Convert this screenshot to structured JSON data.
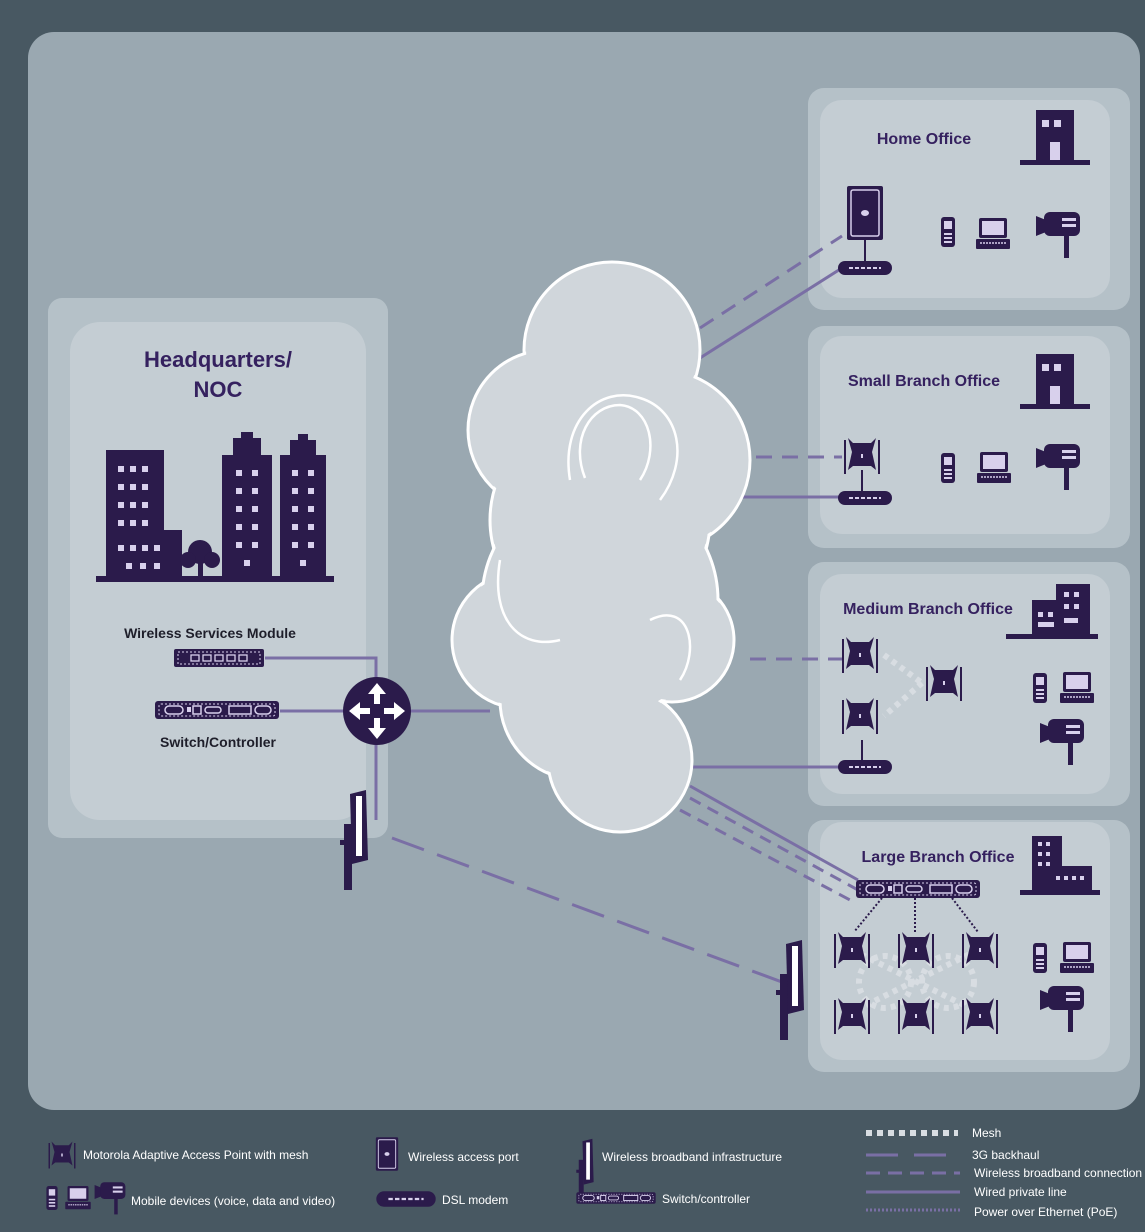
{
  "headquarters": {
    "title_line1": "Headquarters/",
    "title_line2": "NOC",
    "wsm_label": "Wireless Services Module",
    "switch_label": "Switch/Controller"
  },
  "offices": {
    "home": "Home Office",
    "small": "Small Branch Office",
    "medium": "Medium Branch Office",
    "large": "Large Branch Office"
  },
  "legend": {
    "adaptive_ap": "Motorola Adaptive Access Point with mesh",
    "mobile_devices": "Mobile devices (voice, data and video)",
    "access_port": "Wireless access port",
    "dsl_modem": "DSL modem",
    "broadband_infra": "Wireless broadband infrastructure",
    "switch_controller": "Switch/controller",
    "mesh": "Mesh",
    "backhaul_3g": "3G backhaul",
    "wireless_broadband": "Wireless broadband connection",
    "wired_private": "Wired private line",
    "poe": "Power over Ethernet (PoE)"
  },
  "colors": {
    "frame": "#485862",
    "background": "#9aa8b1",
    "panel": "#b5c1c8",
    "panel_inner": "#c4cdd3",
    "cloud": "#d0d6db",
    "device": "#2b1b4b",
    "link": "#7a6fa5",
    "title": "#35215f"
  }
}
